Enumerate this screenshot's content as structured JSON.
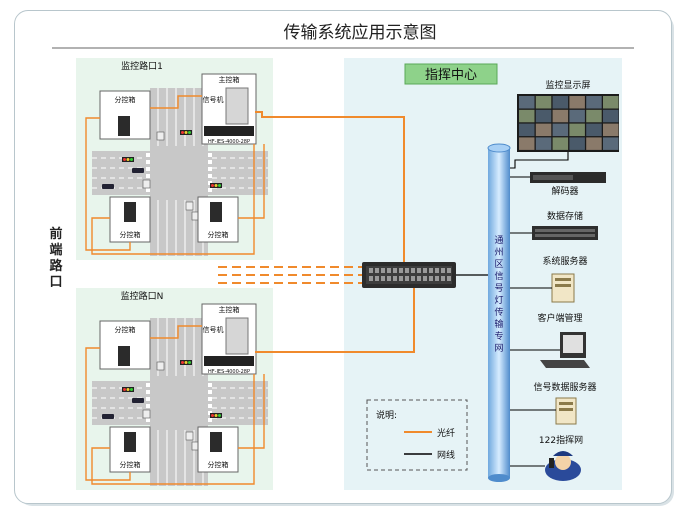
{
  "title": "传输系统应用示意图",
  "front_label": "前端路口",
  "intersection1": {
    "title": "监控路口1",
    "main_box": "主控箱",
    "signal": "信号机",
    "switch_model": "HF-IES-4000-28P",
    "sub_boxes": [
      "分控箱",
      "分控箱",
      "分控箱"
    ]
  },
  "intersectionN": {
    "title": "监控路口N",
    "main_box": "主控箱",
    "signal": "信号机",
    "switch_model": "HF-IES-4000-28P",
    "sub_boxes": [
      "分控箱",
      "分控箱",
      "分控箱"
    ]
  },
  "center": {
    "title": "指挥中心",
    "network_label": "通州区信号灯传输专网",
    "devices": [
      "监控显示屏",
      "解码器",
      "数据存储",
      "系统服务器",
      "客户端管理",
      "信号数据服务器",
      "122指挥网"
    ]
  },
  "legend": {
    "title": "说明:",
    "fiber": "光纤",
    "cable": "网线"
  },
  "colors": {
    "fiber": "#f08a2c",
    "cable": "#000000",
    "panel": "#e8f5ec",
    "center_bg": "#e6f3f6",
    "title_bg": "#8ed28a"
  }
}
